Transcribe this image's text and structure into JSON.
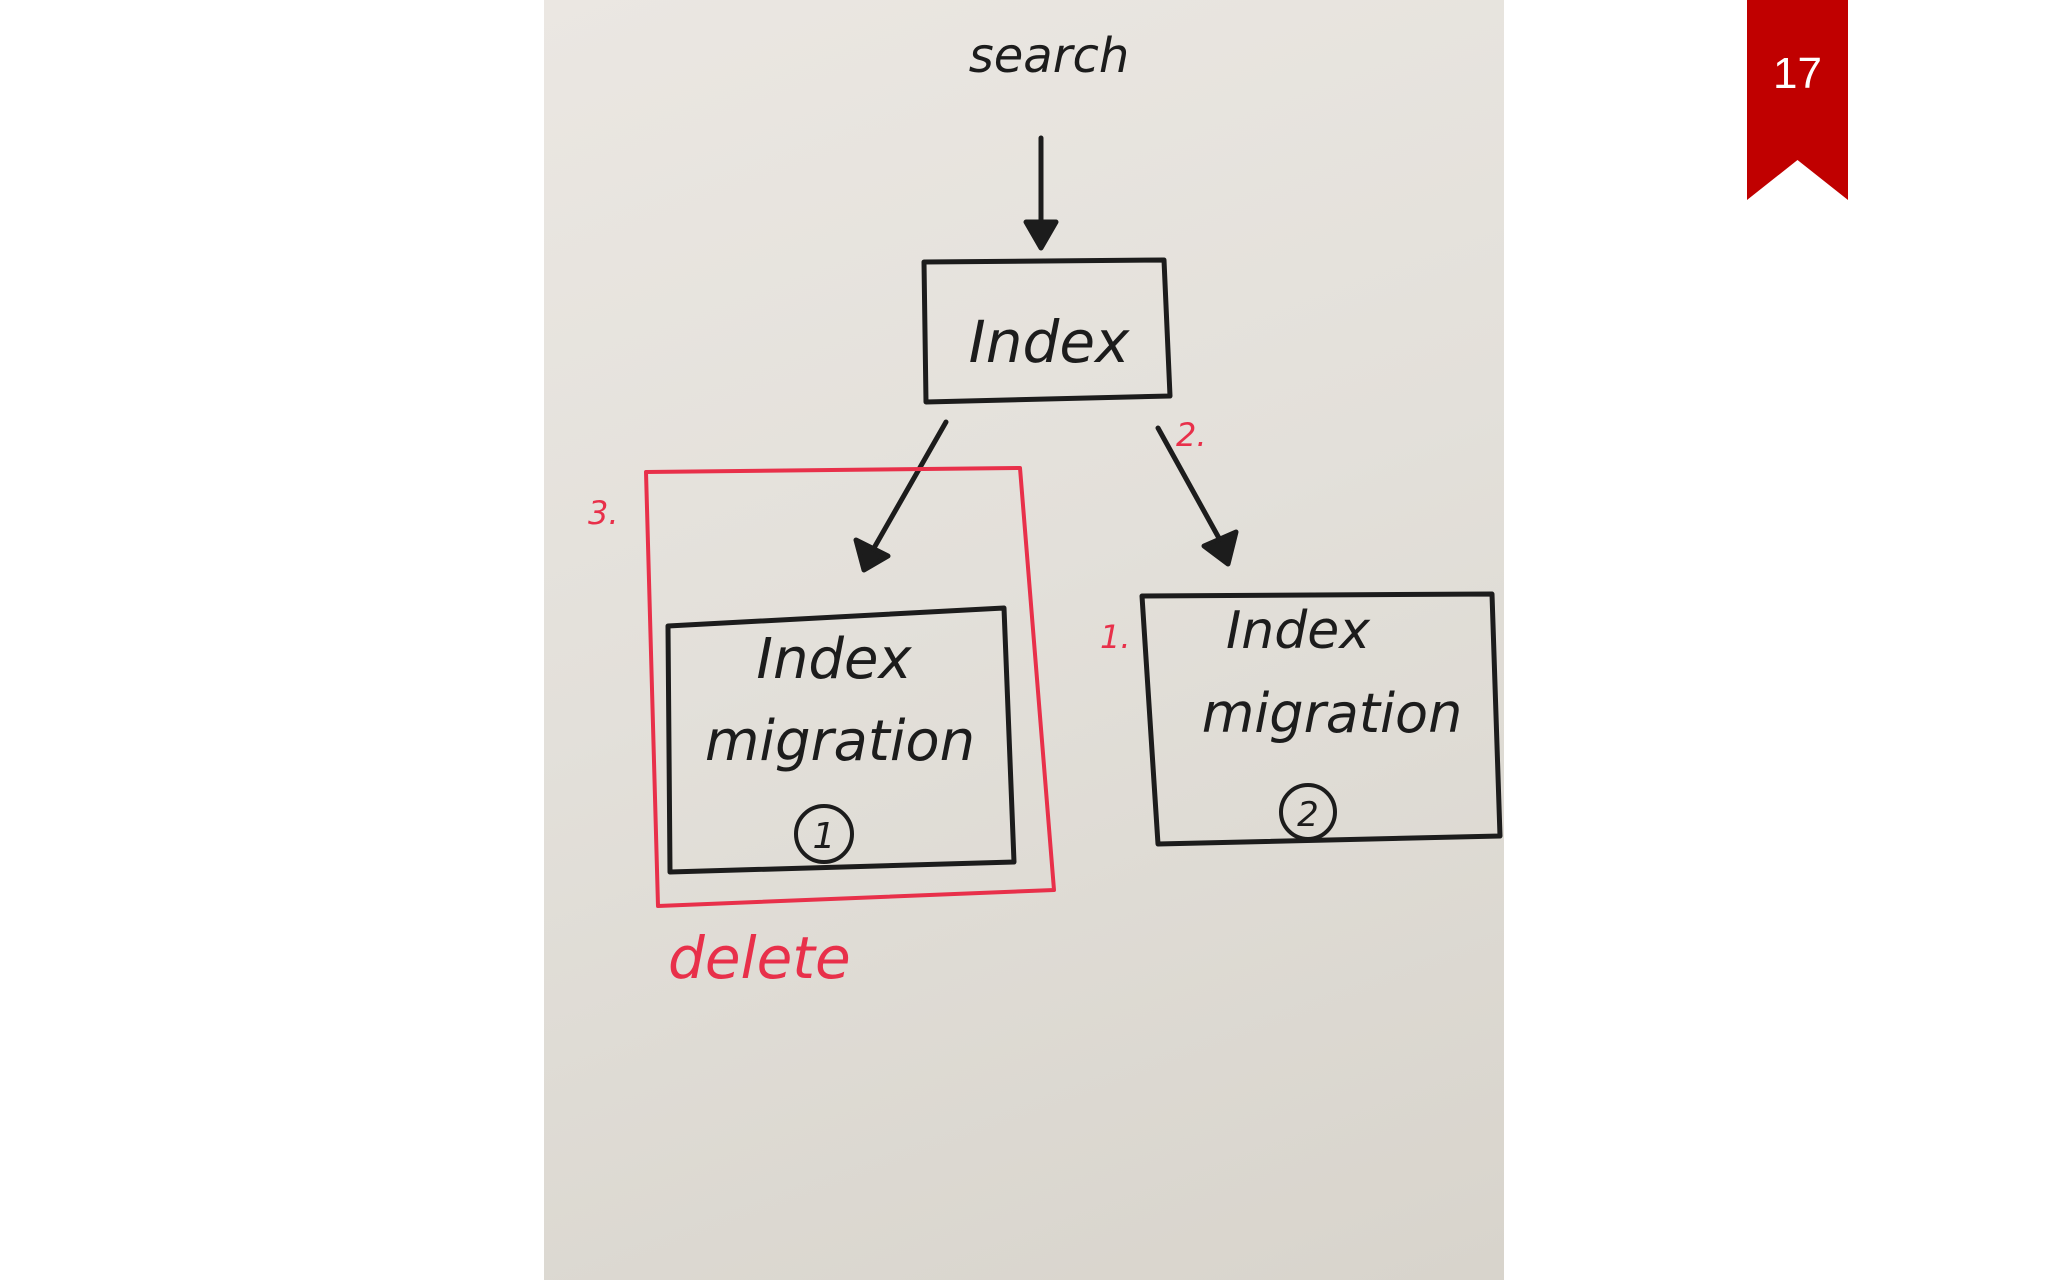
{
  "slide": {
    "number": "17",
    "accent_color": "#c00000"
  },
  "diagram": {
    "ink_color": "#1c1c1c",
    "annotation_color": "#e8304a",
    "nodes": {
      "search": "search",
      "index": "Index",
      "migration_1": {
        "title": "Index",
        "subtitle": "migration",
        "badge": "1"
      },
      "migration_2": {
        "title": "Index",
        "subtitle": "migration",
        "badge": "2"
      }
    },
    "step_labels": {
      "step_1": "1.",
      "step_2": "2.",
      "step_3": "3."
    },
    "delete_label": "delete"
  }
}
